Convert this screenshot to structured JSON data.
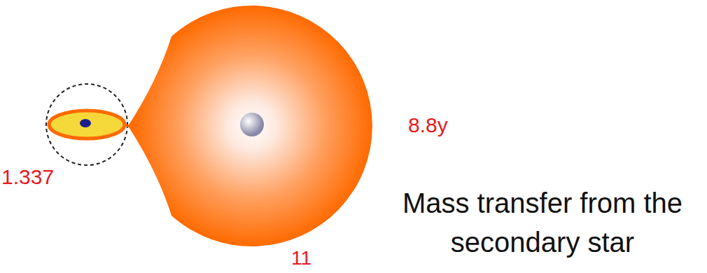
{
  "diagram": {
    "labels": [
      "1.337",
      "8.8y",
      "11",
      "Mass transfer from the secondary star"
    ]
  }
}
